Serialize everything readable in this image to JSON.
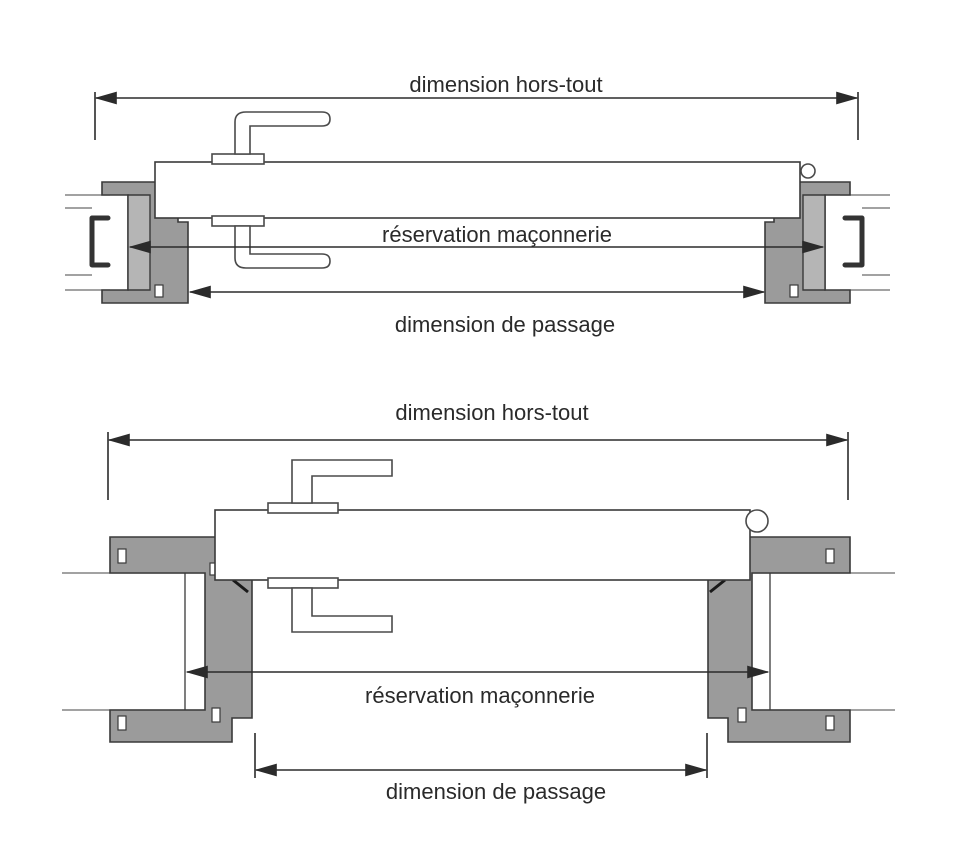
{
  "diagrams": [
    {
      "id": "top",
      "label_overall": "dimension hors-tout",
      "label_opening": "réservation maçonnerie",
      "label_passage": "dimension de passage"
    },
    {
      "id": "bottom",
      "label_overall": "dimension hors-tout",
      "label_opening": "réservation maçonnerie",
      "label_passage": "dimension de passage"
    }
  ],
  "colors": {
    "frame_fill": "#9b9b9b",
    "line": "#2b2b2b",
    "background": "#ffffff"
  }
}
